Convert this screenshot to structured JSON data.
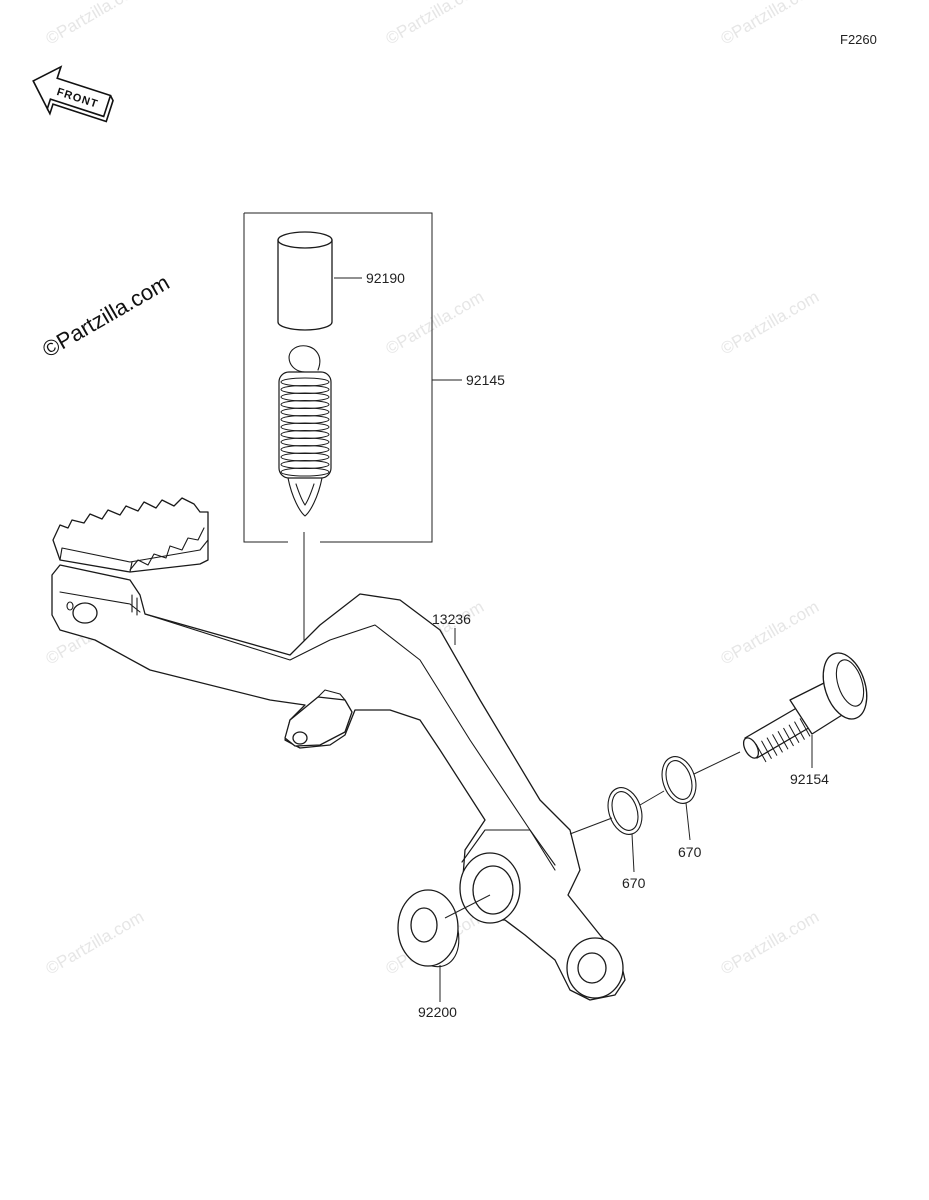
{
  "diagram_code": "F2260",
  "front_label": "FRONT",
  "watermark": "©Partzilla.com",
  "brand_mark": "©Partzilla.com",
  "parts": {
    "p92190": "92190",
    "p92145": "92145",
    "p13236": "13236",
    "p92154": "92154",
    "p670a": "670",
    "p670b": "670",
    "p92200": "92200"
  }
}
